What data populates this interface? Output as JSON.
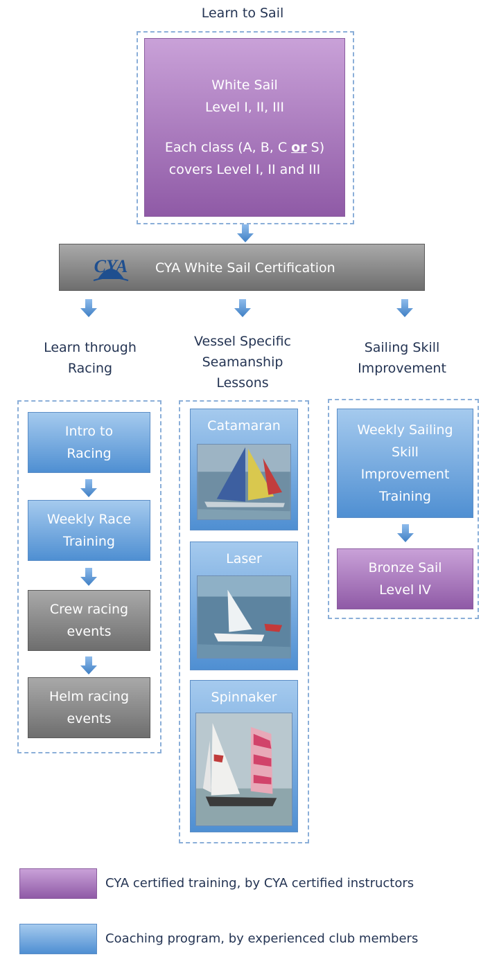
{
  "top": {
    "title": "Learn to Sail",
    "box_lines": [
      "White Sail",
      "Level I, II, III"
    ],
    "class_line_pre": "Each class (A, B, C ",
    "class_line_or": "or",
    "class_line_post": " S)",
    "class_line2": "covers Level I, II and III"
  },
  "certification": {
    "logo_text": "CYA",
    "label": "CYA White Sail Certification"
  },
  "columns": {
    "racing": {
      "heading": [
        "Learn through",
        "Racing"
      ],
      "boxes": [
        {
          "lines": [
            "Intro to",
            "Racing"
          ]
        },
        {
          "lines": [
            "Weekly Race",
            "Training"
          ]
        },
        {
          "lines": [
            "Crew racing",
            "events"
          ]
        },
        {
          "lines": [
            "Helm racing",
            "events"
          ]
        }
      ]
    },
    "vessel": {
      "heading": [
        "Vessel Specific",
        "Seamanship",
        "Lessons"
      ],
      "boxes": [
        {
          "label": "Catamaran"
        },
        {
          "label": "Laser"
        },
        {
          "label": "Spinnaker"
        }
      ]
    },
    "skill": {
      "heading": [
        "Sailing Skill",
        "Improvement"
      ],
      "boxes": [
        {
          "lines": [
            "Weekly Sailing",
            "Skill",
            "Improvement",
            "Training"
          ]
        },
        {
          "lines": [
            "Bronze Sail",
            "Level IV"
          ]
        }
      ]
    }
  },
  "legend": [
    {
      "label": "CYA certified training, by CYA certified instructors",
      "color": "#a673bd"
    },
    {
      "label": "Coaching program, by experienced club members",
      "color": "#6ea6e0"
    }
  ],
  "icon": "down-arrow-icon"
}
